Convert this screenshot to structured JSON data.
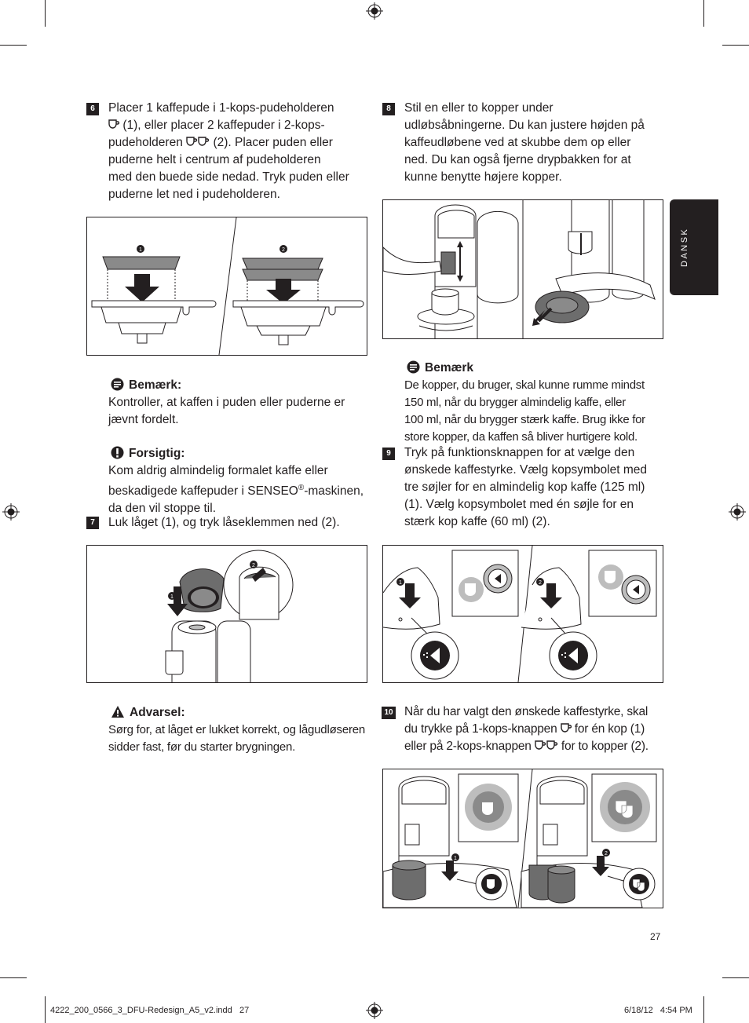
{
  "side_tab": {
    "label": "DANSK"
  },
  "left_column": {
    "step6": {
      "number": "6",
      "text_parts": [
        "Placer 1 kaffepude i 1-kops-pudeholderen",
        "(1), eller placer 2 kaffepuder i 2-kops-",
        "pudeholderen",
        "(2). Placer puden eller",
        "puderne helt i centrum af pudeholderen",
        "med den buede side nedad. Tryk puden eller",
        "puderne let ned i pudeholderen."
      ]
    },
    "fig6": {
      "callout1": "1",
      "callout2": "2"
    },
    "note1": {
      "title": "Bemærk:",
      "lines": [
        "Kontroller, at kaffen i puden eller puderne er",
        "jævnt fordelt."
      ]
    },
    "caution": {
      "title": "Forsigtig:",
      "lines": [
        "Kom aldrig almindelig formalet kaffe eller",
        "beskadigede kaffepuder i SENSEO",
        "-maskinen,",
        "da den vil stoppe til."
      ],
      "reg_mark": "®"
    },
    "step7": {
      "number": "7",
      "text": "Luk låget (1), og tryk låseklemmen ned (2)."
    },
    "fig7": {
      "callout1": "1",
      "callout2": "2"
    },
    "warning": {
      "title": "Advarsel:",
      "lines": [
        "Sørg for, at låget er lukket korrekt, og lågudløseren",
        "sidder fast, før du starter brygningen."
      ]
    }
  },
  "right_column": {
    "step8": {
      "number": "8",
      "lines": [
        "Stil en eller to kopper under",
        "udløbsåbningerne. Du kan justere højden på",
        "kaffeudløbene ved at skubbe dem op eller",
        "ned. Du kan også fjerne drypbakken for at",
        "kunne benytte højere kopper."
      ]
    },
    "note2": {
      "title": "Bemærk",
      "lines": [
        "De kopper, du bruger, skal kunne rumme mindst",
        "150 ml, når du brygger almindelig kaffe, eller",
        "100 ml, når du brygger stærk kaffe. Brug ikke for",
        "store kopper, da kaffen så bliver hurtigere kold."
      ]
    },
    "step9": {
      "number": "9",
      "lines": [
        "Tryk på funktionsknappen for at vælge den",
        "ønskede kaffestyrke. Vælg kopsymbolet med",
        "tre søjler for en almindelig kop kaffe (125 ml)",
        "(1). Vælg kopsymbolet med én søjle for en",
        "stærk kop kaffe (60 ml) (2)."
      ]
    },
    "fig9": {
      "callout1": "1",
      "callout2": "2"
    },
    "step10": {
      "number": "10",
      "lines": [
        "Når du har valgt den ønskede kaffestyrke, skal",
        "du trykke på 1-kops-knappen",
        "for én kop (1)",
        "eller på 2-kops-knappen",
        "for to kopper (2)."
      ]
    },
    "fig10": {
      "callout1": "1",
      "callout2": "2"
    }
  },
  "page_number": "27",
  "footer": {
    "file": "4222_200_0566_3_DFU-Redesign_A5_v2.indd   27",
    "date": "6/18/12   4:54 PM"
  },
  "colors": {
    "ink": "#231f20",
    "grey_fill": "#8a8a8a",
    "light_grey": "#bdbdbd",
    "mid_grey": "#6d6d6d"
  },
  "icons": [
    "one-cup-icon",
    "two-cup-icon",
    "note-icon",
    "caution-icon",
    "warning-icon",
    "registration-mark-icon"
  ]
}
